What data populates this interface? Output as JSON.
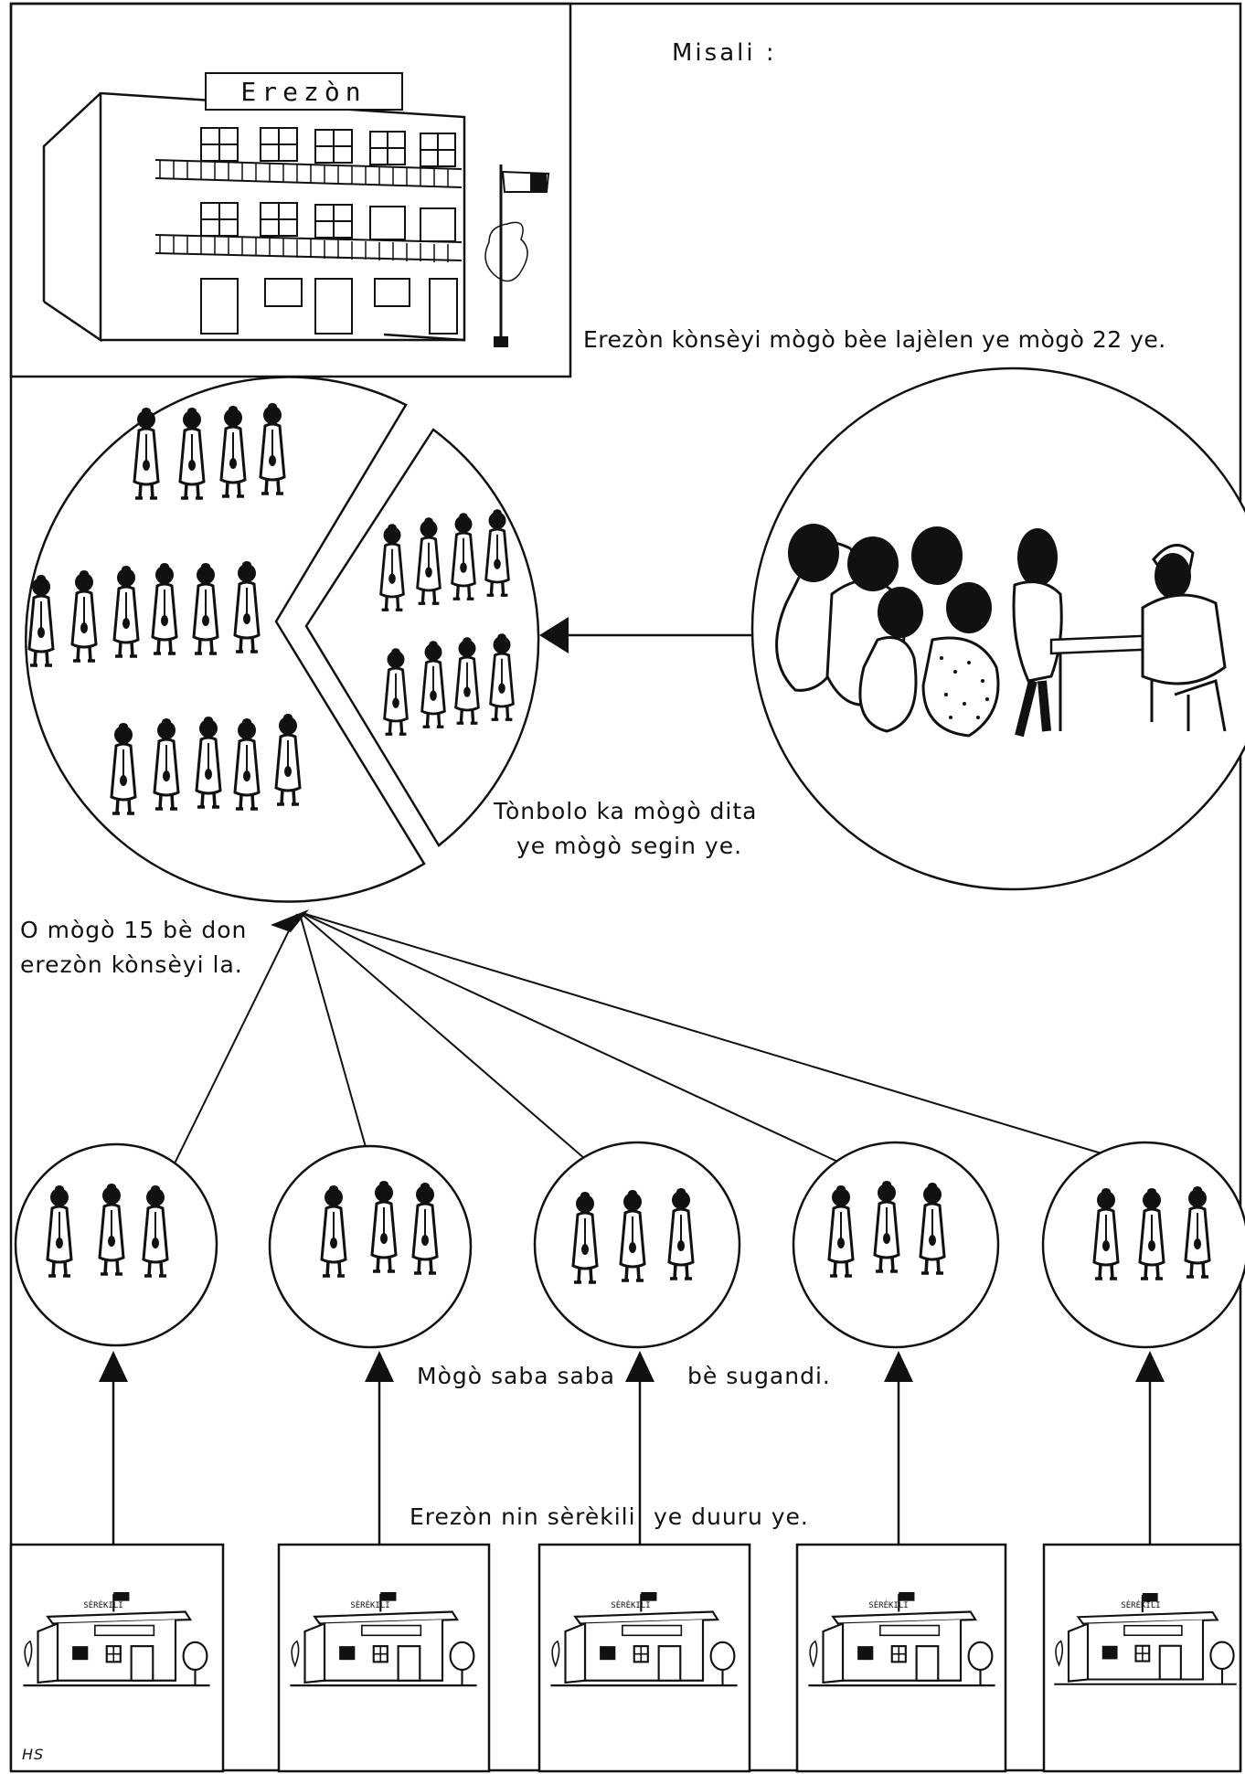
{
  "header": {
    "misali": "Misali :"
  },
  "building": {
    "sign": "Erezòn"
  },
  "captions": {
    "council_total": "Erezòn kònsèyi mògò bèe lajèlen ye mògò 22 ye.",
    "region_line1": "Tònbolo ka mògò dita",
    "region_line2": "ye  mògò segin ye.",
    "fifteen_line1": "O mògò 15 bè don",
    "fifteen_line2": "erezòn kònsèyi la.",
    "elected_left": "Mògò saba saba",
    "elected_right": "bè sugandi.",
    "circles": "Erezòn nin sèrèkili",
    "circles_tail": "ye  duuru ye."
  },
  "district_office": {
    "sign": "SÈRÈKILI",
    "count": 5
  },
  "signature": "HS",
  "colors": {
    "ink": "#111111",
    "paper": "#ffffff"
  }
}
